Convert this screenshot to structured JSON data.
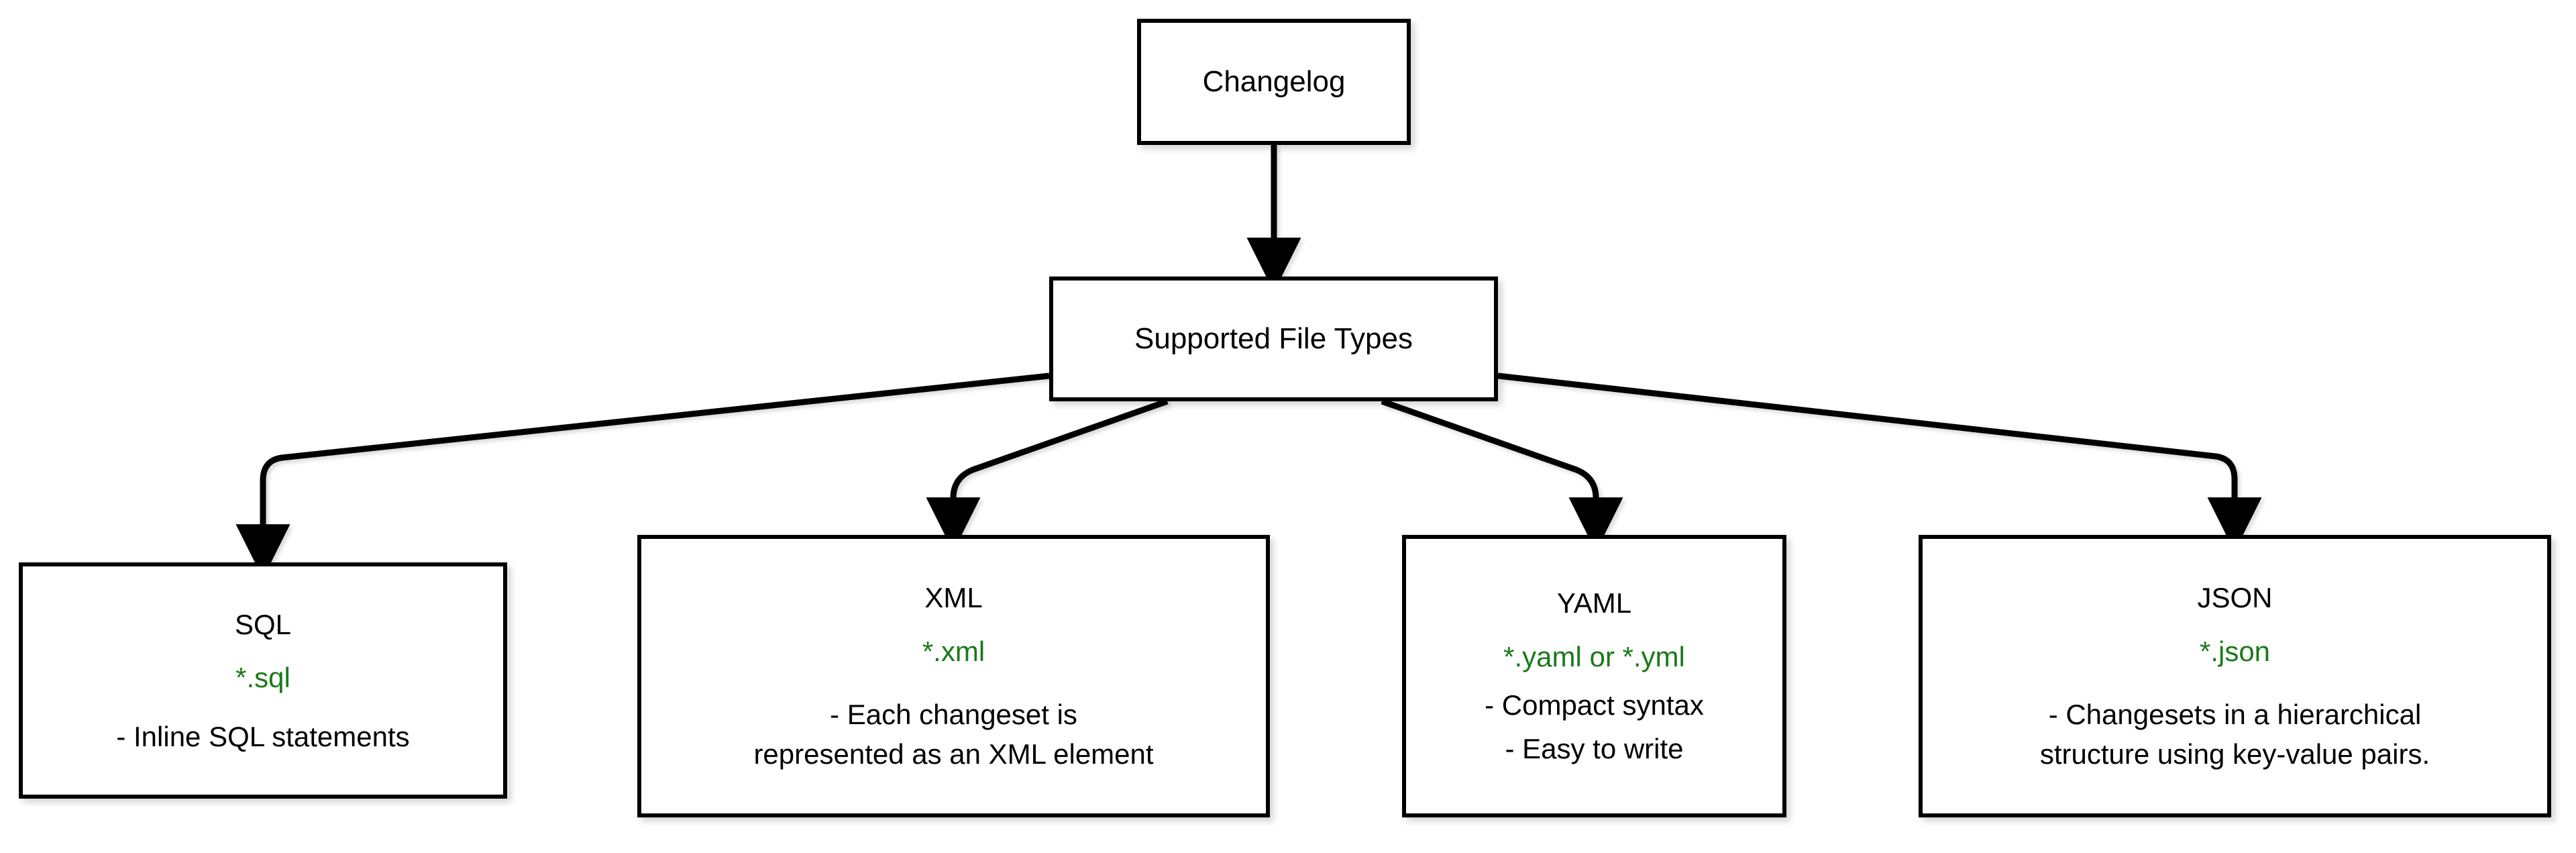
{
  "diagram": {
    "type": "flowchart",
    "direction": "top-down",
    "background_color": "#ffffff",
    "node_border_color": "#000000",
    "node_fill_color": "#ffffff",
    "accent_green": "#1a7a1a",
    "edge_color": "#000000"
  },
  "nodes": {
    "changelog": {
      "label": "Changelog"
    },
    "supported": {
      "label": "Supported File Types"
    },
    "sql": {
      "title": "SQL",
      "extension": "*.sql",
      "desc_1": "- Inline SQL statements",
      "desc_2": ""
    },
    "xml": {
      "title": "XML",
      "extension": "*.xml",
      "desc_1": "- Each changeset is",
      "desc_2": "represented as an XML element"
    },
    "yaml": {
      "title": "YAML",
      "extension": "*.yaml or *.yml",
      "desc_1": "- Compact syntax",
      "desc_2": "- Easy to write"
    },
    "json": {
      "title": "JSON",
      "extension": "*.json",
      "desc_1": "- Changesets in a hierarchical",
      "desc_2": "structure using key-value pairs."
    }
  },
  "edges": [
    {
      "from": "changelog",
      "to": "supported",
      "arrow": "down"
    },
    {
      "from": "supported",
      "to": "sql",
      "arrow": "down"
    },
    {
      "from": "supported",
      "to": "xml",
      "arrow": "down"
    },
    {
      "from": "supported",
      "to": "yaml",
      "arrow": "down"
    },
    {
      "from": "supported",
      "to": "json",
      "arrow": "down"
    }
  ]
}
